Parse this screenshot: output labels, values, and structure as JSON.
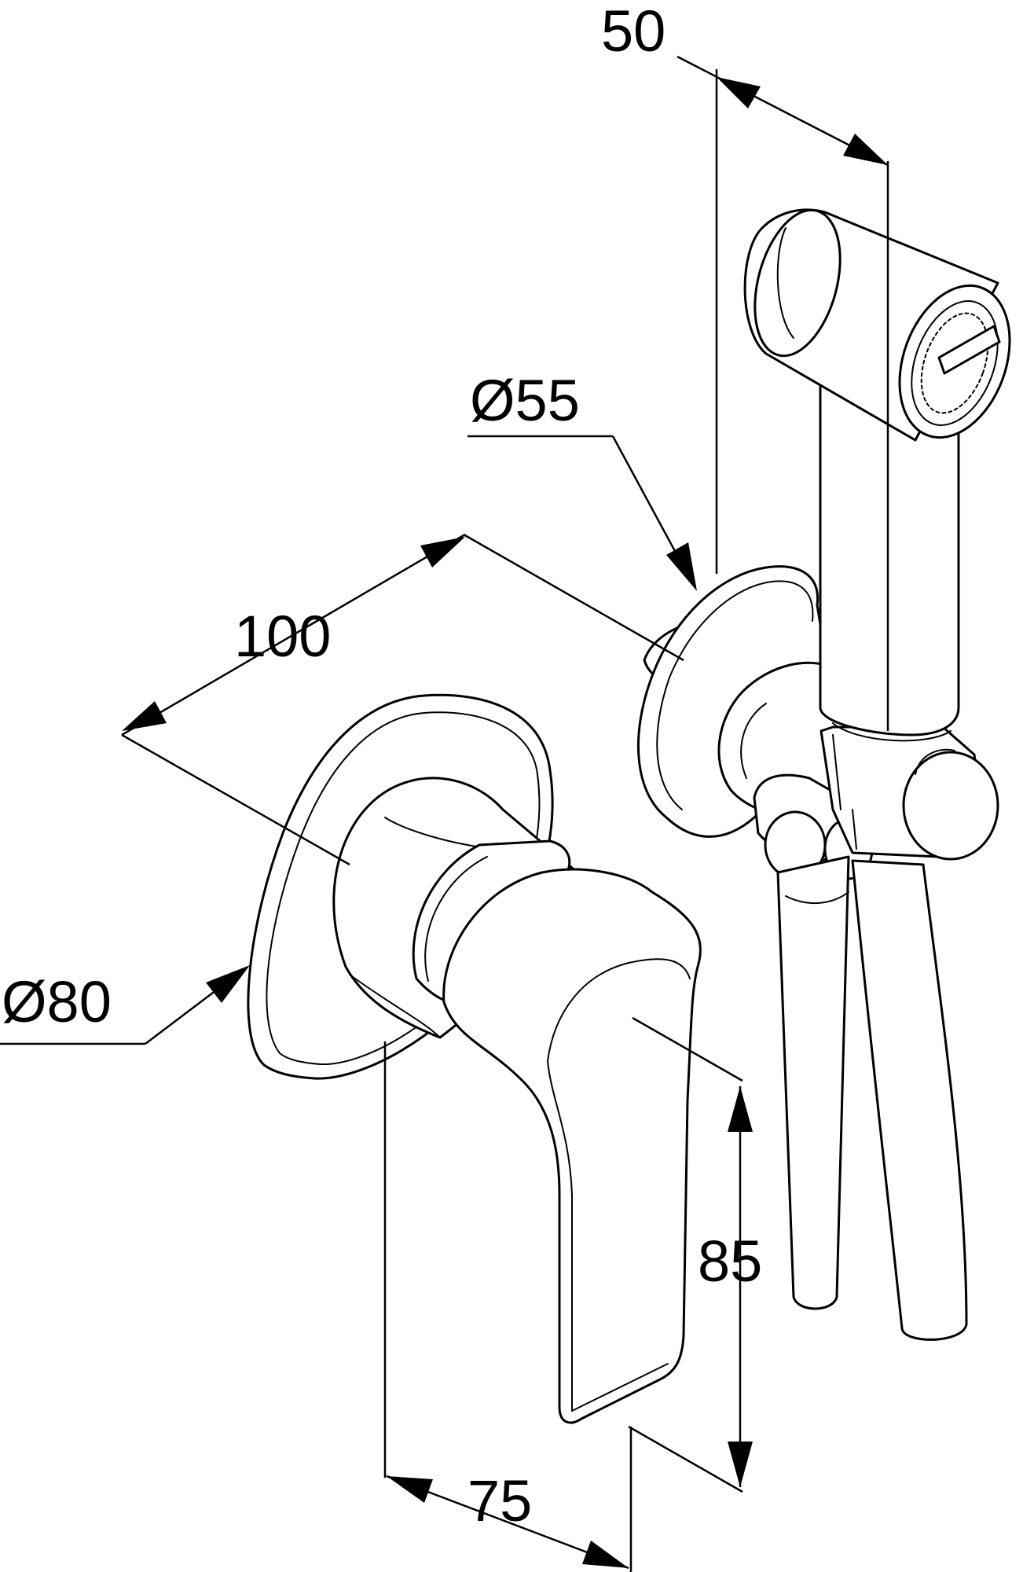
{
  "dimensions": {
    "width_50": "50",
    "diameter_55": "Ø55",
    "length_100": "100",
    "diameter_80": "Ø80",
    "height_85": "85",
    "depth_75": "75"
  }
}
